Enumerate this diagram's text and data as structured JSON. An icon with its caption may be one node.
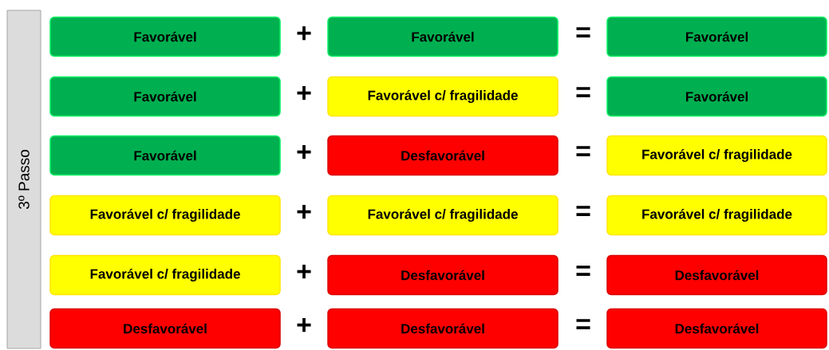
{
  "diagram": {
    "nodes": [
      {
        "text": [
          "3º Passo"
        ]
      },
      {
        "text": [
          "Favorável"
        ]
      },
      {
        "text": [
          "Favorável"
        ]
      },
      {
        "text": [
          "Favorável"
        ]
      },
      {
        "text": [
          "Favorável"
        ]
      },
      {
        "text": [
          "Favorável c/ fragilidade"
        ]
      },
      {
        "text": [
          "Favorável"
        ]
      },
      {
        "text": [
          "Favorável"
        ]
      },
      {
        "text": [
          "Desfavorável"
        ]
      },
      {
        "text": [
          "Favorável c/ fragilidade"
        ]
      },
      {
        "text": [
          "Favorável c/ fragilidade"
        ]
      },
      {
        "text": [
          "Favorável c/ fragilidade"
        ]
      },
      {
        "text": [
          "Favorável c/ fragilidade"
        ]
      },
      {
        "text": [
          "Favorável c/ fragilidade"
        ]
      },
      {
        "text": [
          "Desfavorável"
        ]
      },
      {
        "text": [
          "Desfavorável"
        ]
      },
      {
        "text": [
          "Desfavorável"
        ]
      },
      {
        "text": [
          "Desfavorável"
        ]
      },
      {
        "text": [
          "Desfavorável"
        ]
      }
    ],
    "labels": [
      "+",
      "=",
      "+",
      "=",
      "+",
      "=",
      "+",
      "=",
      "+",
      "=",
      "+",
      "="
    ]
  }
}
